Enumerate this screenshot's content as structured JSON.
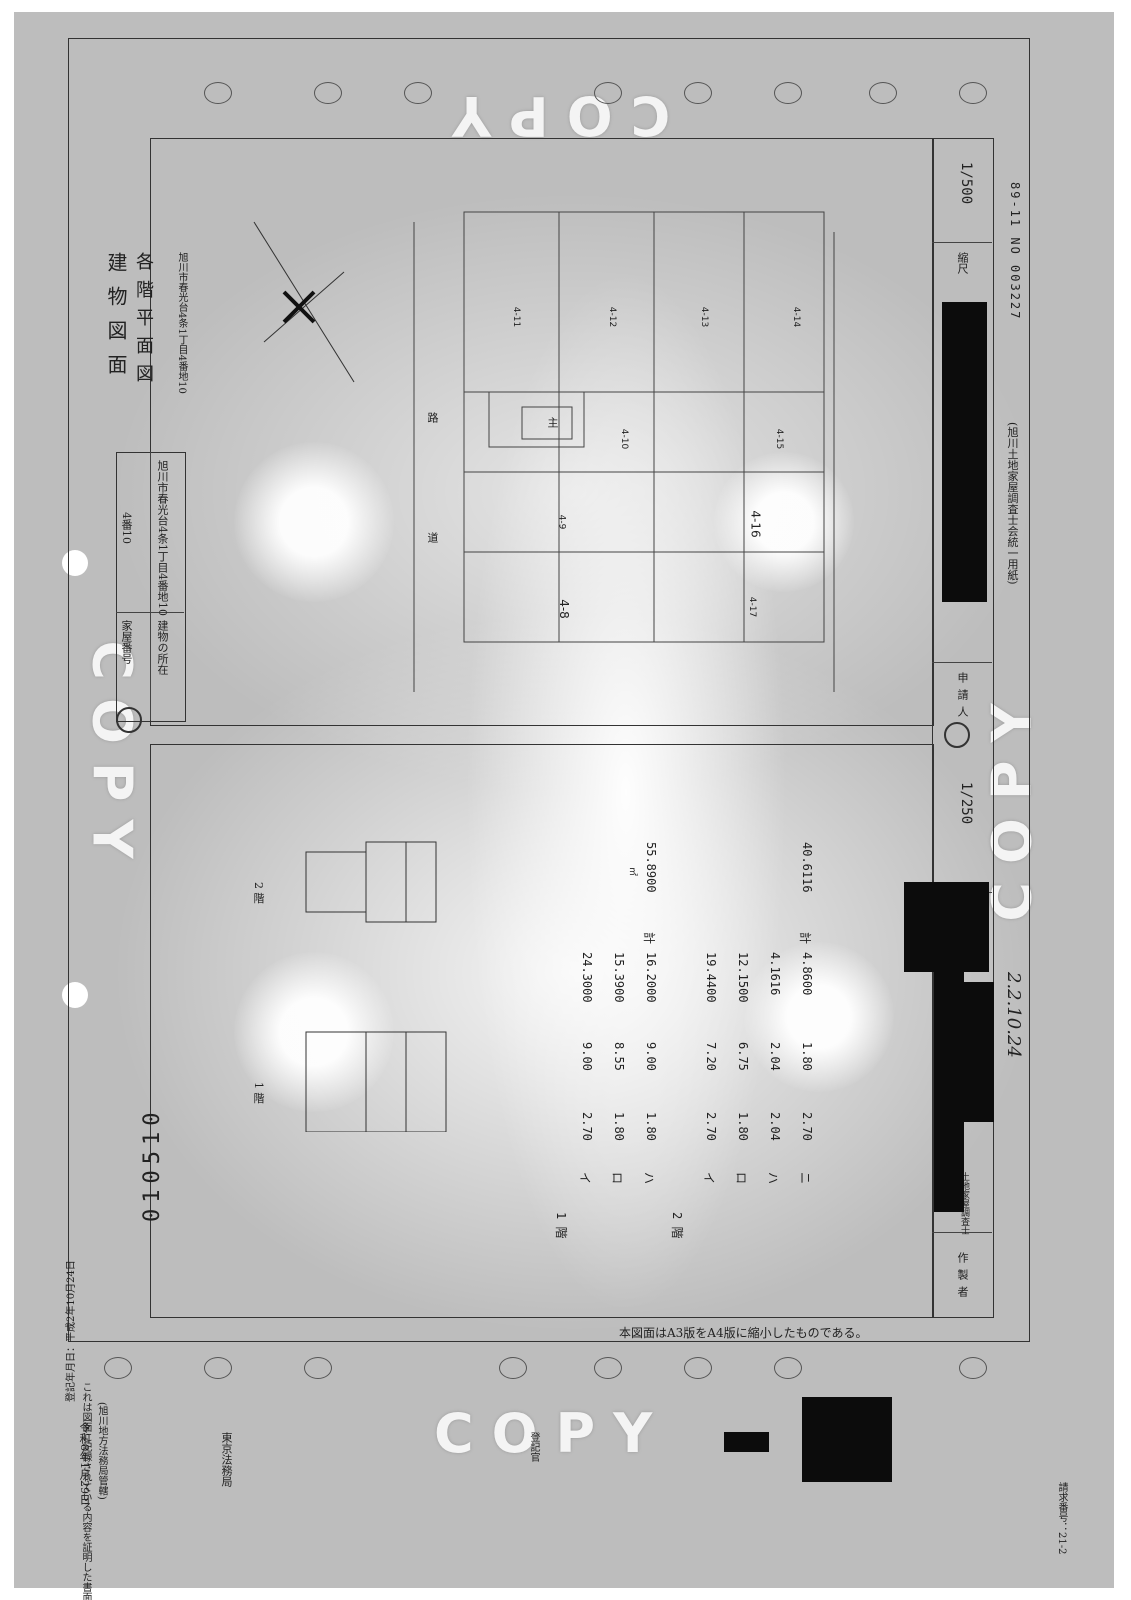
{
  "header": {
    "file_number": "010510",
    "title": "建物図面",
    "subtitle": "各階平面図",
    "address_small": "旭川市春光台4条1丁目4番地10",
    "registration_date": "登記年月日：平成2年10月24日",
    "scale_top": "1/500",
    "scale_bottom": "1/250",
    "scale_label": "縮尺",
    "doc_number": "89-11 NO 003227"
  },
  "info_table": {
    "house_number_label": "家屋番号",
    "house_number_value": "4番10",
    "location_label": "建物の所在",
    "location_value": "旭川市春光台4条1丁目4番地10"
  },
  "site_plan": {
    "road_label": "道",
    "road_label_2": "路",
    "house_marker": "主",
    "lots": [
      "4-11",
      "4-12",
      "4-13",
      "4-14",
      "4-10",
      "4-15",
      "4-9",
      "4-16",
      "4-8",
      "4-17"
    ]
  },
  "floor_plans": {
    "floor1_label": "1 階",
    "floor2_label": "2 階"
  },
  "area_calc": {
    "floor1_heading": "1 階",
    "floor1_rows": [
      {
        "mark": "イ",
        "a": "2.70",
        "b": "9.00",
        "result": "24.3000"
      },
      {
        "mark": "ロ",
        "a": "1.80",
        "b": "8.55",
        "result": "15.3900"
      },
      {
        "mark": "ハ",
        "a": "1.80",
        "b": "9.00",
        "result": "16.2000"
      }
    ],
    "floor1_total_label": "計",
    "floor1_total": "55.8900",
    "floor2_heading": "2 階",
    "floor2_rows": [
      {
        "mark": "イ",
        "a": "2.70",
        "b": "7.20",
        "result": "19.4400"
      },
      {
        "mark": "ロ",
        "a": "1.80",
        "b": "6.75",
        "result": "12.1500"
      },
      {
        "mark": "ハ",
        "a": "2.04",
        "b": "2.04",
        "result": "4.1616"
      },
      {
        "mark": "ニ",
        "a": "2.70",
        "b": "1.80",
        "result": "4.8600"
      }
    ],
    "floor2_total_label": "計",
    "floor2_total": "40.6116",
    "unit": "㎡"
  },
  "footer": {
    "applicant_label": "申請人",
    "creator_label": "作製者",
    "surveyor_label": "土地家屋調査士",
    "creation_date": "2.2.10.24",
    "paper_note": "(旭川土地家屋調査士会統一用紙)",
    "reduction_note": "本図面はA3版をA4版に縮小したものである。"
  },
  "certification": {
    "statement": "これは図面に記録されている内容を証明した書面である。",
    "issuer_note": "(旭川地方法務局管轄)",
    "date": "令和8年1月29日",
    "office": "東京法務局",
    "officer": "登記官",
    "request_number": "請求番号：21-2"
  },
  "watermark": {
    "text": "COPY"
  }
}
